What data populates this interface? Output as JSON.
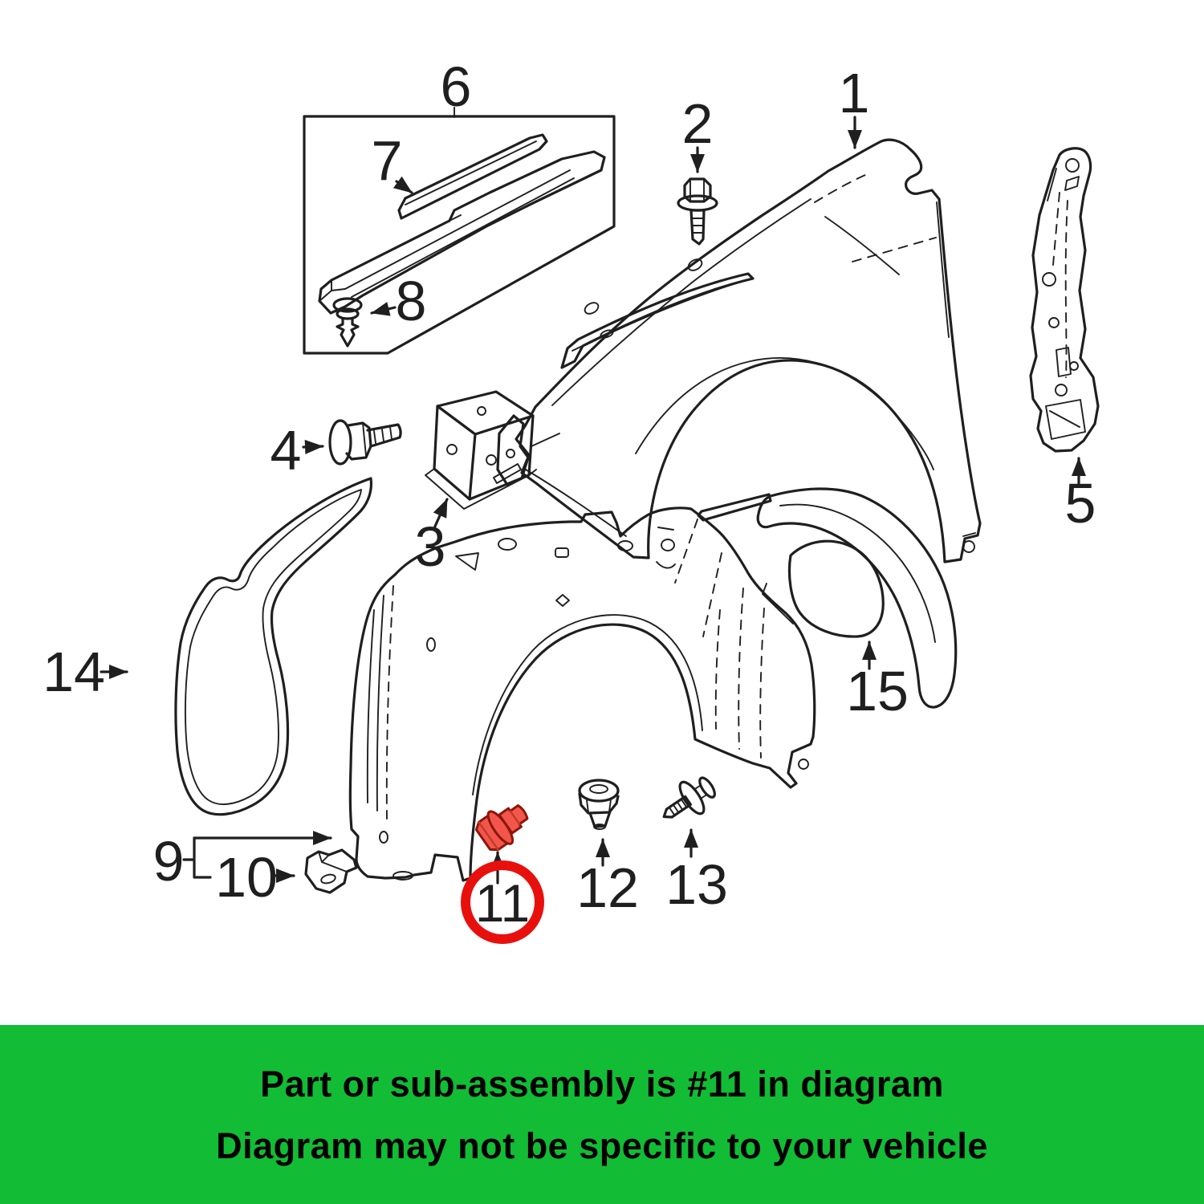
{
  "diagram": {
    "type": "exploded-parts-diagram",
    "subject": "front fender, fender liner and attaching hardware",
    "highlighted_part": "11",
    "parts": [
      {
        "number": "1",
        "name": "front-fender-panel"
      },
      {
        "number": "2",
        "name": "fender-flange-bolt"
      },
      {
        "number": "3",
        "name": "fender-mount-bracket"
      },
      {
        "number": "4",
        "name": "bracket-bolt"
      },
      {
        "number": "5",
        "name": "fender-rear-bracket"
      },
      {
        "number": "6",
        "name": "seal-sub-assembly-box"
      },
      {
        "number": "7",
        "name": "seal-strip"
      },
      {
        "number": "8",
        "name": "push-retainer-clip"
      },
      {
        "number": "9",
        "name": "fender-liner-assembly"
      },
      {
        "number": "10",
        "name": "liner-bracket"
      },
      {
        "number": "11",
        "name": "liner-bolt-highlighted"
      },
      {
        "number": "12",
        "name": "liner-grommet"
      },
      {
        "number": "13",
        "name": "push-rivet-clip"
      },
      {
        "number": "14",
        "name": "fender-apron-seal"
      },
      {
        "number": "15",
        "name": "splash-shield"
      }
    ]
  },
  "colors": {
    "background": "#ffffff",
    "line": "#1f1f1f",
    "highlight_red": "#e8100d",
    "bolt_fill": "#f2564a",
    "bolt_outline": "#8e150b",
    "bolt_facet": "#c03a2b"
  },
  "banner": {
    "line1": "Part or sub-assembly is #11 in diagram",
    "line2": "Diagram may not be specific to your vehicle",
    "background": "#12bc35",
    "text_color": "#000000"
  }
}
